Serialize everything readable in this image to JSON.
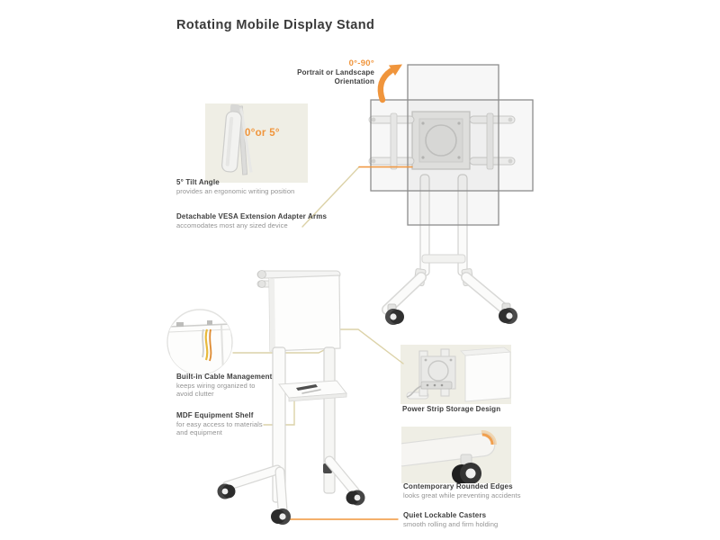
{
  "title": "Rotating Mobile Display Stand",
  "colors": {
    "accent_orange": "#F0953C",
    "callout_line_tan": "#DCD2A8",
    "panel_beige": "#EFEEE5",
    "text_dark": "#3E3E3E",
    "text_gray": "#929292"
  },
  "callouts": {
    "orientation": {
      "range": "0°-90°",
      "line1": "Portrait or Landscape",
      "line2": "Orientation"
    },
    "tilt_badge": {
      "text": "0°or 5°"
    },
    "tilt": {
      "title": "5° Tilt Angle",
      "desc": "provides an ergonomic writing position"
    },
    "vesa": {
      "title": "Detachable VESA Extension Adapter Arms",
      "desc": "accomodates most any sized device"
    },
    "cable": {
      "title": "Built-in Cable Management",
      "desc1": "keeps wiring organized to",
      "desc2": "avoid clutter"
    },
    "shelf": {
      "title": "MDF Equipment Shelf",
      "desc1": "for easy access to materials",
      "desc2": "and equipment"
    },
    "power_strip": {
      "title": "Power Strip Storage Design"
    },
    "rounded_edges": {
      "title": "Contemporary Rounded Edges",
      "desc": "looks great while preventing accidents"
    },
    "casters": {
      "title": "Quiet Lockable Casters",
      "desc": "smooth rolling and firm holding"
    }
  }
}
